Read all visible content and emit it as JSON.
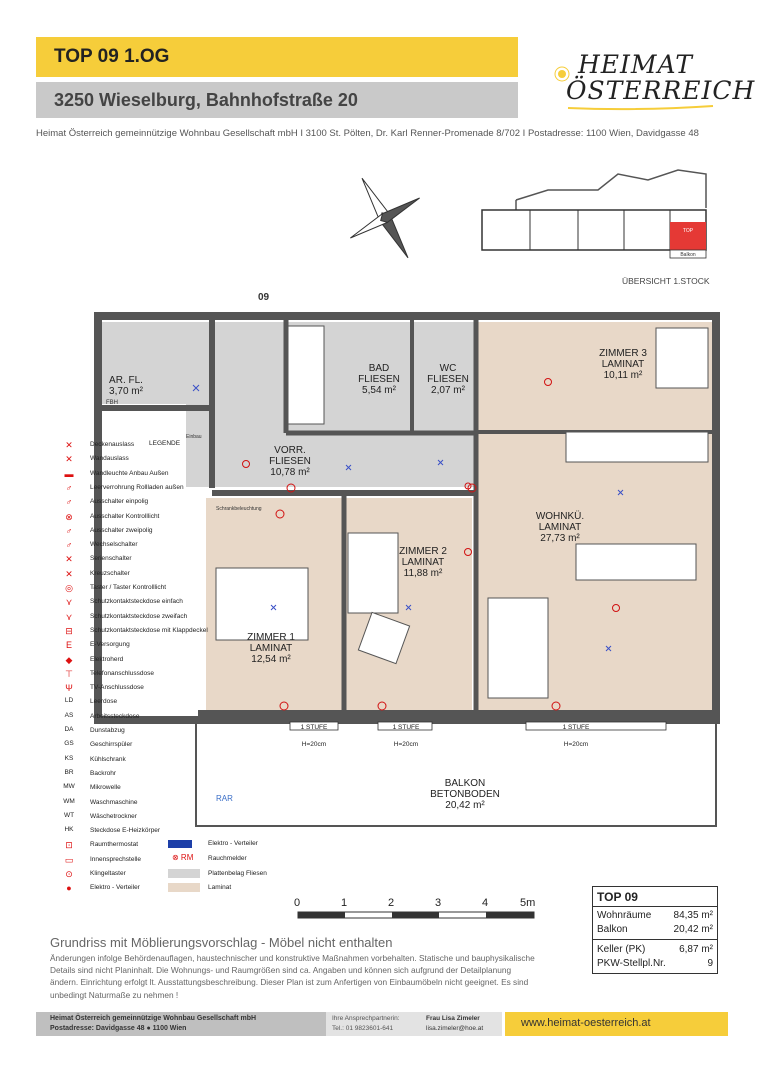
{
  "header": {
    "title": "TOP 09  1.OG",
    "address": "3250 Wieselburg, Bahnhofstraße 20",
    "brand_line1": "HEIMAT",
    "brand_line2": "ÖSTERREICH",
    "company": "Heimat Österreich gemeinnützige Wohnbau Gesellschaft mbH I 3100 St. Pölten, Dr. Karl Renner-Promenade 8/702 I Postadresse: 1100 Wien, Davidgasse 48"
  },
  "overview": {
    "label": "ÜBERSICHT 1.STOCK",
    "top_label": "TOP",
    "balkon_label": "Balkon"
  },
  "plan": {
    "unit_number": "09",
    "rooms": [
      {
        "name": "AR. FL.",
        "floor": "",
        "area": "3,70 m²"
      },
      {
        "name": "BAD",
        "floor": "FLIESEN",
        "area": "5,54 m²"
      },
      {
        "name": "WC",
        "floor": "FLIESEN",
        "area": "2,07 m²"
      },
      {
        "name": "ZIMMER 3",
        "floor": "LAMINAT",
        "area": "10,11 m²"
      },
      {
        "name": "VORR.",
        "floor": "FLIESEN",
        "area": "10,78 m²"
      },
      {
        "name": "WOHNKÜ.",
        "floor": "LAMINAT",
        "area": "27,73 m²"
      },
      {
        "name": "ZIMMER 2",
        "floor": "LAMINAT",
        "area": "11,88 m²"
      },
      {
        "name": "ZIMMER 1",
        "floor": "LAMINAT",
        "area": "12,54 m²"
      },
      {
        "name": "BALKON",
        "floor": "BETONBODEN",
        "area": "20,42 m²"
      }
    ],
    "fbh_label": "FBH\nElektro-\nSpeicher",
    "einbau_label": "Einbau",
    "schrankbeleuchtung": "Schrankbeleuchtung",
    "steps": [
      {
        "label": "1 STUFE",
        "height": "H=20cm"
      },
      {
        "label": "1 STUFE",
        "height": "H=20cm"
      },
      {
        "label": "1 STUFE",
        "height": "H=20cm"
      }
    ],
    "rar": "RAR"
  },
  "legend": {
    "heading": "LEGENDE",
    "items": [
      {
        "icon": "ceiling-outlet-icon",
        "glyph": "✕",
        "text": "Deckenauslass"
      },
      {
        "icon": "wall-outlet-icon",
        "glyph": "✕",
        "text": "Wandauslass"
      },
      {
        "icon": "wall-light-icon",
        "glyph": "▬",
        "text": "Wandleuchte Anbau Außen"
      },
      {
        "icon": "shutter-conduit-icon",
        "glyph": "♂",
        "text": "Leerverrohrung Rollladen außen"
      },
      {
        "icon": "switch-single-icon",
        "glyph": "♂",
        "text": "Ausschalter einpolig"
      },
      {
        "icon": "switch-control-light-icon",
        "glyph": "⊗",
        "text": "Ausschalter Kontrolllicht"
      },
      {
        "icon": "switch-double-icon",
        "glyph": "♂",
        "text": "Ausschalter zweipolig"
      },
      {
        "icon": "alternating-switch-icon",
        "glyph": "♂",
        "text": "Wechselschalter"
      },
      {
        "icon": "series-switch-icon",
        "glyph": "✕",
        "text": "Serienschalter"
      },
      {
        "icon": "cross-switch-icon",
        "glyph": "✕",
        "text": "Kreuzschalter"
      },
      {
        "icon": "push-button-icon",
        "glyph": "◎",
        "text": "Taster / Taster Kontrolllicht"
      },
      {
        "icon": "socket-single-icon",
        "glyph": "⋎",
        "text": "Schutzkontaktsteckdose einfach"
      },
      {
        "icon": "socket-double-icon",
        "glyph": "⋎",
        "text": "Schutzkontaktsteckdose zweifach"
      },
      {
        "icon": "socket-lid-icon",
        "glyph": "⊟",
        "text": "Schutzkontaktsteckdose mit Klappdeckel"
      },
      {
        "icon": "power-supply-icon",
        "glyph": "E",
        "text": "E-Versorgung"
      },
      {
        "icon": "stove-icon",
        "glyph": "◆",
        "text": "Elektroherd"
      },
      {
        "icon": "phone-socket-icon",
        "glyph": "⊤",
        "text": "Telefonanschlussdose"
      },
      {
        "icon": "tv-socket-icon",
        "glyph": "Ψ",
        "text": "TV-Anschlussdose"
      },
      {
        "icon": "",
        "glyph": "LD",
        "text": "Leerdose"
      },
      {
        "icon": "",
        "glyph": "AS",
        "text": "Arbeitssteckdose"
      },
      {
        "icon": "",
        "glyph": "DA",
        "text": "Dunstabzug"
      },
      {
        "icon": "",
        "glyph": "GS",
        "text": "Geschirrspüler"
      },
      {
        "icon": "",
        "glyph": "KS",
        "text": "Kühlschrank"
      },
      {
        "icon": "",
        "glyph": "BR",
        "text": "Backrohr"
      },
      {
        "icon": "",
        "glyph": "MW",
        "text": "Mikrowelle"
      },
      {
        "icon": "",
        "glyph": "WM",
        "text": "Waschmaschine"
      },
      {
        "icon": "",
        "glyph": "WT",
        "text": "Wäschetrockner"
      },
      {
        "icon": "",
        "glyph": "HK",
        "text": "Steckdose E-Heizkörper"
      },
      {
        "icon": "room-thermostat-icon",
        "glyph": "⊡",
        "text": "Raumthermostat"
      },
      {
        "icon": "intercom-icon",
        "glyph": "▭",
        "text": "Innensprechstelle"
      },
      {
        "icon": "doorbell-icon",
        "glyph": "⊙",
        "text": "Klingeltaster"
      },
      {
        "icon": "distribution-board-icon",
        "glyph": "●",
        "text": "Elektro - Verteiler"
      }
    ],
    "extra": [
      {
        "icon": "distribution-board-icon",
        "glyph": "◣",
        "text": "Elektro - Verteiler"
      },
      {
        "icon": "smoke-detector-icon",
        "glyph": "⊗ RM",
        "text": "Rauchmelder"
      },
      {
        "icon": "",
        "glyph": "",
        "text": "Plattenbelag Fliesen"
      },
      {
        "icon": "",
        "glyph": "",
        "text": "Laminat"
      }
    ]
  },
  "scale": {
    "ticks": [
      "0",
      "1",
      "2",
      "3",
      "4",
      "5m"
    ]
  },
  "summary": {
    "title": "TOP 09",
    "rows": [
      {
        "label": "Wohnräume",
        "value": "84,35 m²"
      },
      {
        "label": "Balkon",
        "value": "20,42 m²"
      },
      {
        "label": "Keller (PK)",
        "value": "6,87 m²"
      },
      {
        "label": "PKW-Stellpl.Nr.",
        "value": "9"
      }
    ]
  },
  "notes": {
    "title": "Grundriss mit Möblierungsvorschlag - Möbel nicht enthalten",
    "body": "Änderungen infolge Behördenauflagen, haustechnischer und konstruktive Maßnahmen vorbehalten. Statische und bauphysikalische Details sind nicht Planinhalt. Die Wohnungs- und Raumgrößen sind ca. Angaben und können sich aufgrund der Detailplanung ändern. Einrichtung erfolgt lt. Ausstattungsbeschreibung. Dieser Plan ist zum Anfertigen von Einbaumöbeln nicht geeignet. Es sind unbedingt Naturmaße zu nehmen !"
  },
  "footer": {
    "company_line1": "Heimat Österreich gemeinnützige Wohnbau Gesellschaft mbH",
    "company_line2": "Postadresse: Davidgasse 48 ● 1100 Wien",
    "contact_label": "Ihre Ansprechpartnerin:",
    "contact_phone": "Tel.: 01 9823601-641",
    "contact_name": "Frau Lisa Zimeler",
    "contact_email": "lisa.zimeler@hoe.at",
    "website": "www.heimat-oesterreich.at"
  },
  "colors": {
    "accent_yellow": "#f6cd3a",
    "bar_grey": "#c9c9c9",
    "tile_grey": "#d4d4d4",
    "laminate": "#e8d8c8",
    "symbol_red": "#d11111",
    "plan_wall": "#555555"
  }
}
